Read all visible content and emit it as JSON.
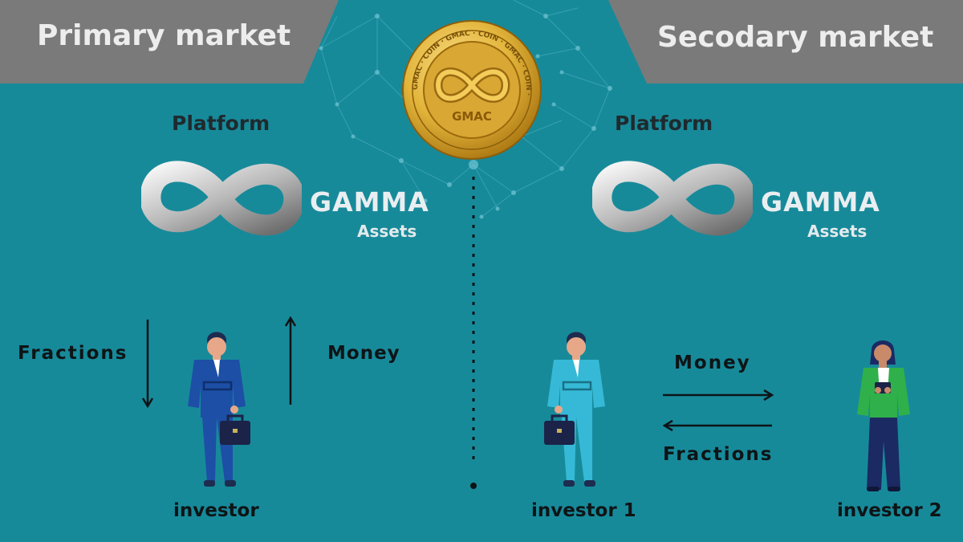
{
  "primary_market": {
    "header": "Primary market",
    "platform_label": "Platform",
    "brand_name": "GAMMA",
    "brand_sub": "Assets",
    "flow_down_label": "Fractions",
    "flow_up_label": "Money",
    "investor_label": "investor"
  },
  "secondary_market": {
    "header": "Secodary market",
    "platform_label": "Platform",
    "brand_name": "GAMMA",
    "brand_sub": "Assets",
    "flow_right_label": "Money",
    "flow_left_label": "Fractions",
    "investor_1_label": "investor 1",
    "investor_2_label": "investor 2"
  },
  "coin": {
    "center_text": "GMAC",
    "ring_text": "GMAC · COIN · GMAC · COIN · GMAC · COIN ·"
  },
  "colors": {
    "background": "#178a9a",
    "header_band": "#7a7a7a",
    "coin_gold": "#e2b43a",
    "investor_primary": "#1d4fa6",
    "investor_1": "#35b9d6",
    "investor_2_top": "#2fb04a",
    "investor_2_bottom": "#1b2a63"
  }
}
